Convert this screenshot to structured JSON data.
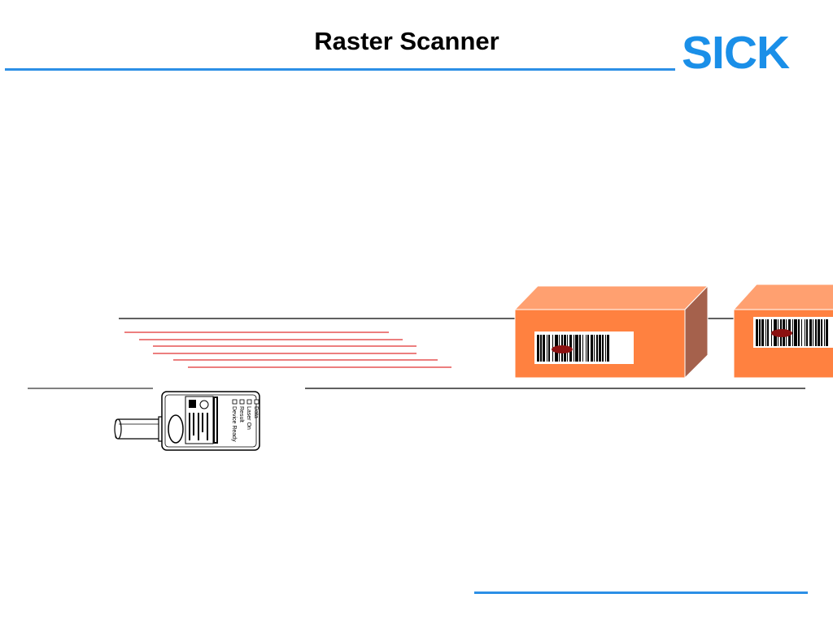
{
  "slide": {
    "title": "Raster Scanner",
    "logo_text": "SICK"
  },
  "colors": {
    "accent_blue": "#2c8fe6",
    "box_front": "#ff8140",
    "box_top": "#ffa070",
    "box_side": "#a5614c",
    "scan_line": "#e03030",
    "barcode_spot": "#8b1010"
  },
  "scanner": {
    "status_labels": [
      "Device Ready",
      "Result",
      "Laser On",
      "Data"
    ]
  },
  "icons": [
    "sick-logo-icon",
    "barcode-scanner-icon",
    "barcode-icon",
    "laser-spot-icon",
    "cable-icon"
  ]
}
